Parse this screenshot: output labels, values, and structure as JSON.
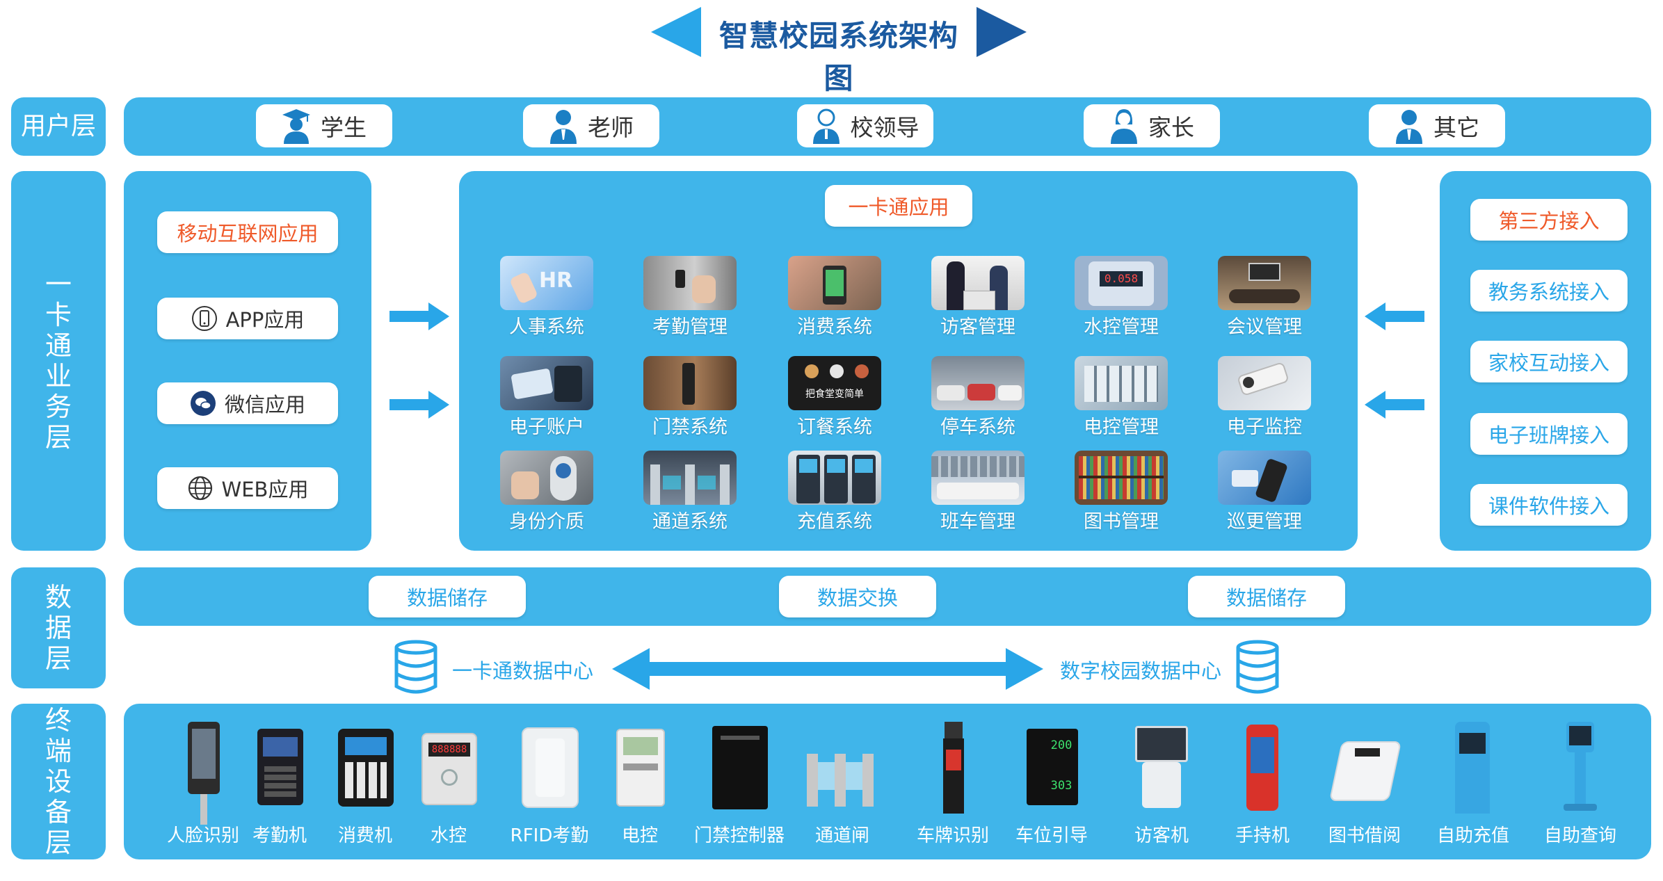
{
  "title": "智慧校园系统架构图",
  "layers": {
    "user": "用户层",
    "business": "一卡通业务层",
    "data": "数据层",
    "terminal": "终端设备层"
  },
  "users": [
    "学生",
    "老师",
    "校领导",
    "家长",
    "其它"
  ],
  "left_panel": {
    "heading": "移动互联网应用",
    "items": [
      "APP应用",
      "微信应用",
      "WEB应用"
    ]
  },
  "center_panel": {
    "heading": "一卡通应用",
    "apps": [
      "人事系统",
      "考勤管理",
      "消费系统",
      "访客管理",
      "水控管理",
      "会议管理",
      "电子账户",
      "门禁系统",
      "订餐系统",
      "停车系统",
      "电控管理",
      "电子监控",
      "身份介质",
      "通道系统",
      "充值系统",
      "班车管理",
      "图书管理",
      "巡更管理"
    ],
    "thumb_texts": {
      "hr": "HR",
      "meter": "0.058",
      "order": "把食堂变简单"
    }
  },
  "right_panel": {
    "heading": "第三方接入",
    "items": [
      "教务系统接入",
      "家校互动接入",
      "电子班牌接入",
      "课件软件接入"
    ]
  },
  "data_layer": {
    "pills": [
      "数据储存",
      "数据交换",
      "数据储存"
    ],
    "left_center": "一卡通数据中心",
    "right_center": "数字校园数据中心"
  },
  "devices": [
    "人脸识别",
    "考勤机",
    "消费机",
    "水控",
    "RFID考勤",
    "电控",
    "门禁控制器",
    "通道闸",
    "车牌识别",
    "车位引导",
    "访客机",
    "手持机",
    "图书借阅",
    "自助充值",
    "自助查询"
  ],
  "device_texts": {
    "water": "888888",
    "parking": [
      "200",
      "303"
    ]
  },
  "colors": {
    "block": "#40b5ea",
    "title": "#1b5aa0",
    "accent": "#29a6e8",
    "orange": "#ef5a2a"
  }
}
